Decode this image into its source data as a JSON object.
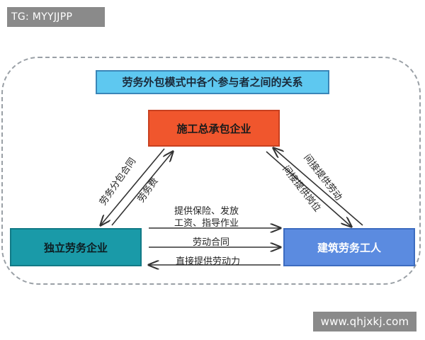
{
  "watermark_top": "TG: MYYJJPP",
  "watermark_bottom": "www.qhjxkj.com",
  "title": "劳务外包模式中各个参与者之间的关系",
  "nodes": {
    "top": "施工总承包企业",
    "left": "独立劳务企业",
    "right": "建筑劳务工人"
  },
  "edges": {
    "left_outer": "劳务分包合同",
    "left_inner": "劳务费",
    "right_outer": "间接提供劳动",
    "right_inner": "间接提供岗位",
    "bottom_1_line1": "提供保险、发放",
    "bottom_1_line2": "工资、指导作业",
    "bottom_2": "劳动合同",
    "bottom_3": "直接提供劳动力"
  },
  "colors": {
    "title_bg": "#5ec8f0",
    "top_node": "#f0562d",
    "left_node": "#1a9aa8",
    "right_node": "#5b8be0"
  }
}
